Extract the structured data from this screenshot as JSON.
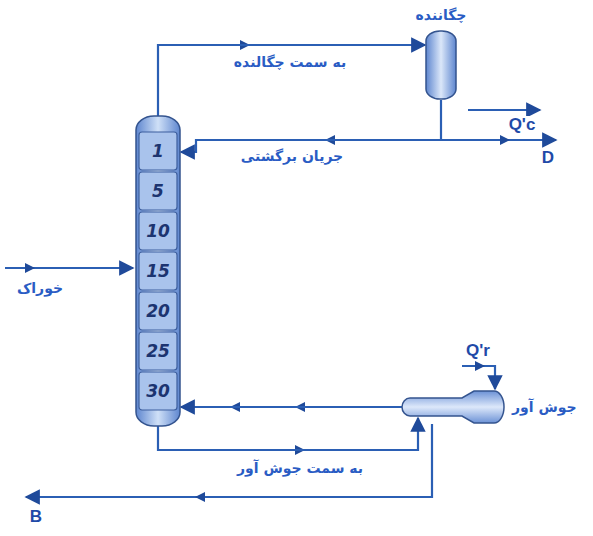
{
  "diagram": {
    "nodes": [
      {
        "text": [
          "1",
          "5",
          "10",
          "15",
          "20",
          "25",
          "30"
        ]
      },
      {
        "text": [
          "چگاننده"
        ]
      },
      {
        "text": [
          "جوش آور"
        ]
      }
    ],
    "edges": [
      {
        "from": 0,
        "to": 1,
        "label": "به سمت چگالنده",
        "arrow": "to"
      },
      {
        "from": 1,
        "to": 0,
        "label": "جریان برگشتی",
        "arrow": "to"
      },
      {
        "from": 0,
        "to": 2,
        "label": "به سمت جوش آور",
        "arrow": "to"
      },
      {
        "from": 2,
        "to": 0,
        "arrow": "to"
      }
    ],
    "labels": [
      "خوراک",
      "Q'c",
      "D",
      "Q'r",
      "B"
    ]
  }
}
